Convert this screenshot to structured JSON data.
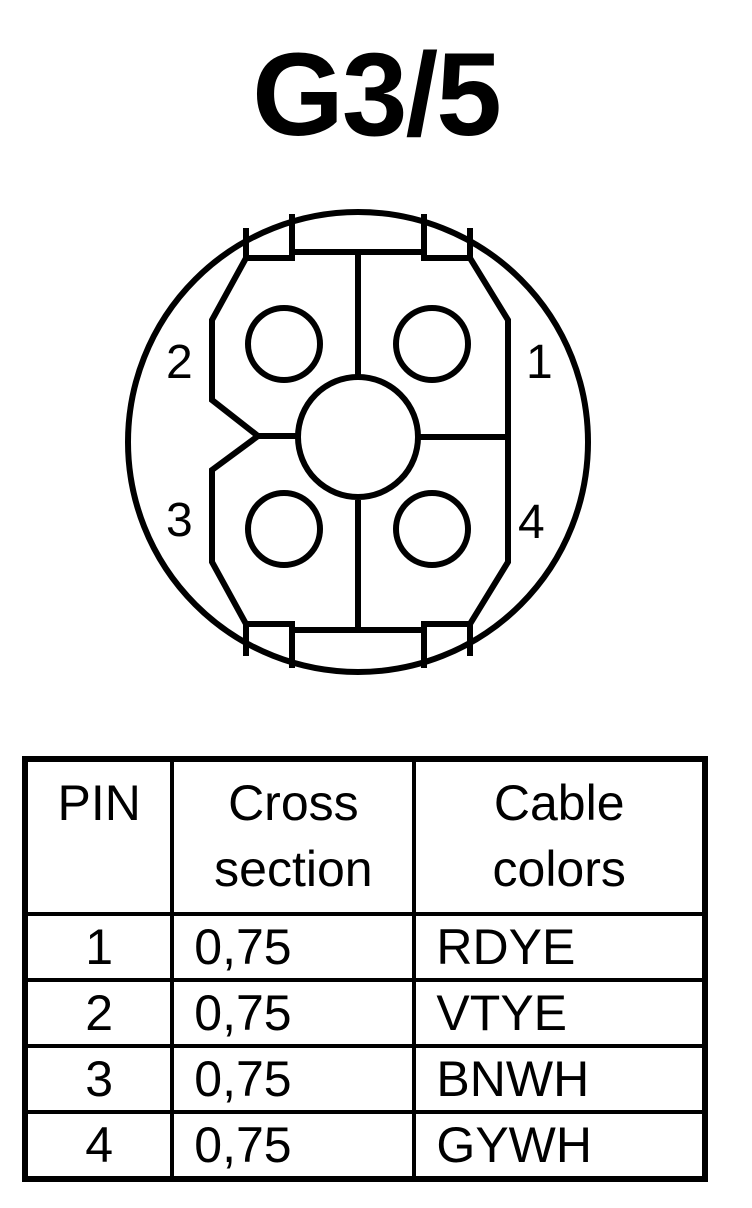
{
  "title": "G3/5",
  "connector": {
    "pins": [
      {
        "number": "1"
      },
      {
        "number": "2"
      },
      {
        "number": "3"
      },
      {
        "number": "4"
      }
    ]
  },
  "table": {
    "headers": {
      "pin": "PIN",
      "cross_line1": "Cross",
      "cross_line2": "section",
      "colors_line1": "Cable",
      "colors_line2": "colors"
    },
    "rows": [
      {
        "pin": "1",
        "cross_section": "0,75",
        "cable_colors": "RDYE"
      },
      {
        "pin": "2",
        "cross_section": "0,75",
        "cable_colors": "VTYE"
      },
      {
        "pin": "3",
        "cross_section": "0,75",
        "cable_colors": "BNWH"
      },
      {
        "pin": "4",
        "cross_section": "0,75",
        "cable_colors": "GYWH"
      }
    ]
  }
}
